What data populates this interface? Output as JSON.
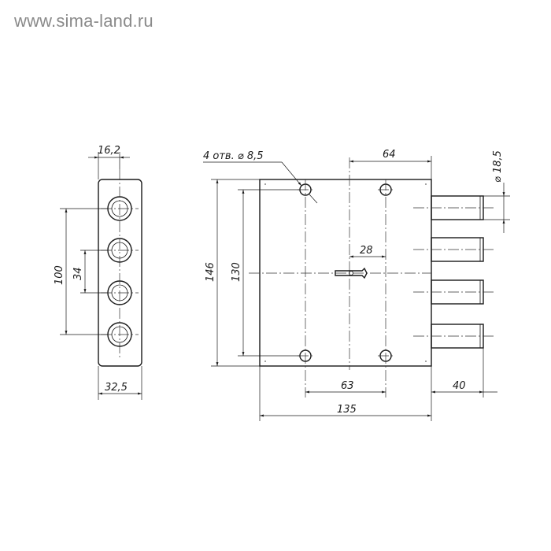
{
  "watermark": "www.sima-land.ru",
  "front_plate": {
    "width_label": "16,2",
    "depth_label": "32,5",
    "height_label": "100",
    "spacing_label": "34"
  },
  "lock_body": {
    "holes_label": "4 отв. ⌀ 8,5",
    "top_label": "64",
    "bolt_dia_label": "⌀ 18,5",
    "key_offset_label": "28",
    "height_outer_label": "146",
    "height_inner_label": "130",
    "hole_spacing_label": "63",
    "width_label": "135",
    "bolt_len_label": "40"
  }
}
